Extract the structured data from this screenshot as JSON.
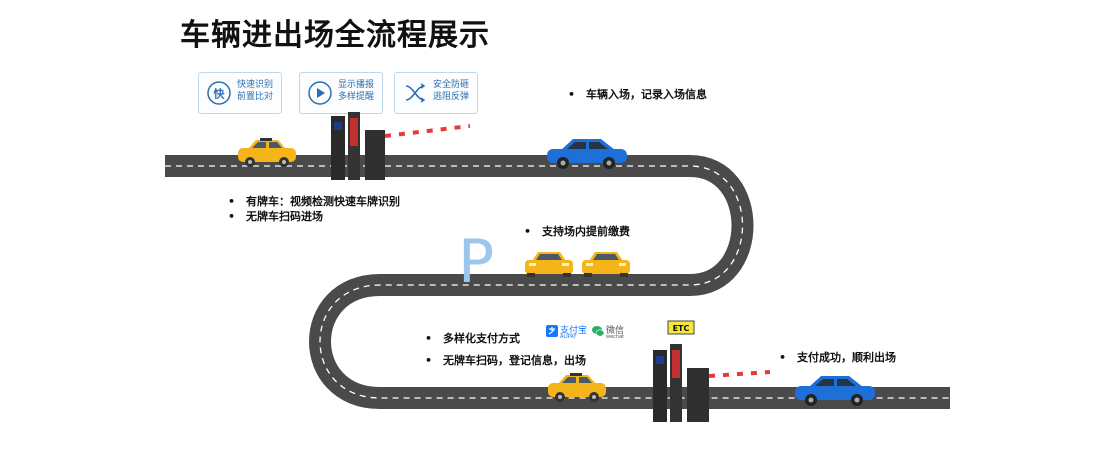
{
  "title": "车辆进出场全流程展示",
  "features": [
    {
      "icon": "quick-char-icon",
      "glyph": "快",
      "line1": "快速识别",
      "line2": "前置比对"
    },
    {
      "icon": "play-icon",
      "line1": "显示播报",
      "line2": "多样提醒"
    },
    {
      "icon": "cross-arrows-icon",
      "line1": "安全防砸",
      "line2": "逃阻反弹"
    }
  ],
  "bullets": {
    "entry": "车辆入场，记录入场信息",
    "plate": "有牌车：视频检测快速车牌识别",
    "noplate": "无牌车扫码进场",
    "prepay": "支持场内提前缴费",
    "payment": "多样化支付方式",
    "noplate_exit": "无牌车扫码，登记信息，出场",
    "exit": "支付成功，顺利出场"
  },
  "parking_letter": "P",
  "alipay": {
    "cn": "支付宝",
    "en": "ALIPAY"
  },
  "wechat": {
    "cn": "微信",
    "en": "wechat"
  },
  "etc_label": "ETC",
  "colors": {
    "road": "#4a4a4a",
    "taxi": "#f4b41a",
    "blue_car": "#1f6fd8",
    "accent": "#2b6fb0",
    "barrier_red": "#e23b3b",
    "parking_p": "#9cc6ec"
  }
}
